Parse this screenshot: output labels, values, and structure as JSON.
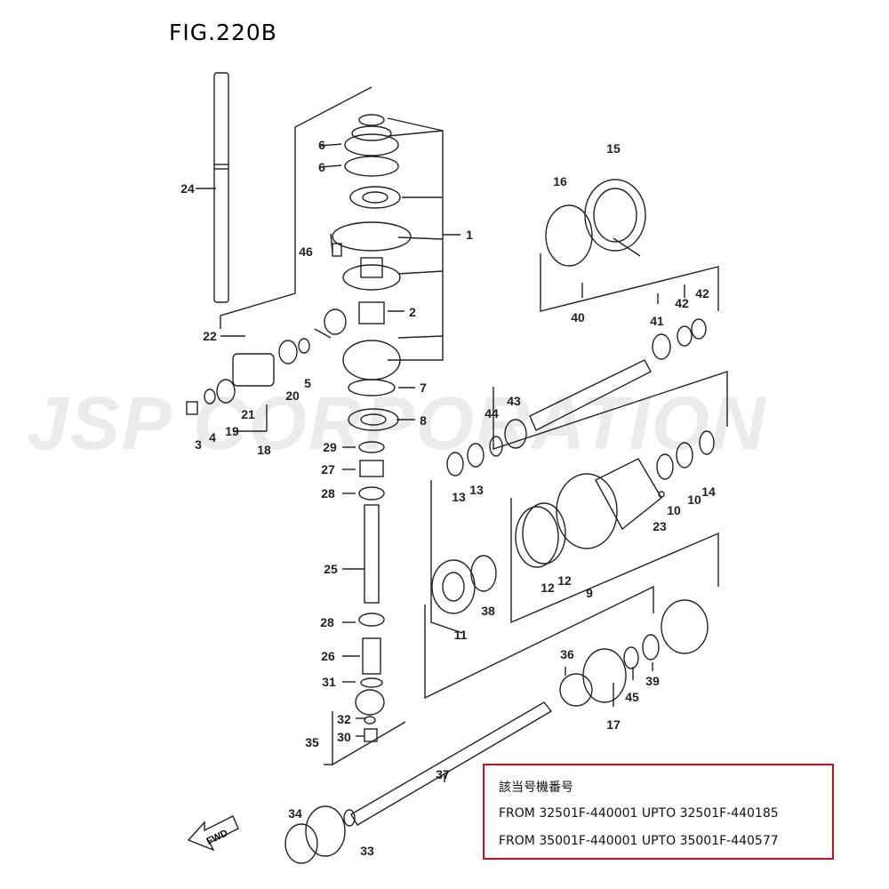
{
  "figure": {
    "title": "FIG.220B"
  },
  "watermark": {
    "text": "JSP CORPORATION"
  },
  "serial_box": {
    "heading": "該当号機番号",
    "rows": [
      "FROM 32501F-440001 UPTO 32501F-440185",
      "FROM 35001F-440001 UPTO 35001F-440577"
    ]
  },
  "fwd_badge": {
    "text": "FWD"
  },
  "callouts": [
    "24",
    "6",
    "6",
    "46",
    "1",
    "2",
    "22",
    "5",
    "7",
    "8",
    "3",
    "4",
    "19",
    "21",
    "20",
    "18",
    "29",
    "27",
    "28",
    "25",
    "28",
    "26",
    "31",
    "32",
    "30",
    "35",
    "34",
    "33",
    "37",
    "15",
    "16",
    "40",
    "41",
    "42",
    "42",
    "43",
    "44",
    "13",
    "13",
    "14",
    "10",
    "10",
    "23",
    "12",
    "12",
    "9",
    "11",
    "38",
    "36",
    "45",
    "39",
    "17"
  ],
  "colors": {
    "frame": "#c8101c",
    "ink": "#222222",
    "watermark": "#ebebeb"
  }
}
